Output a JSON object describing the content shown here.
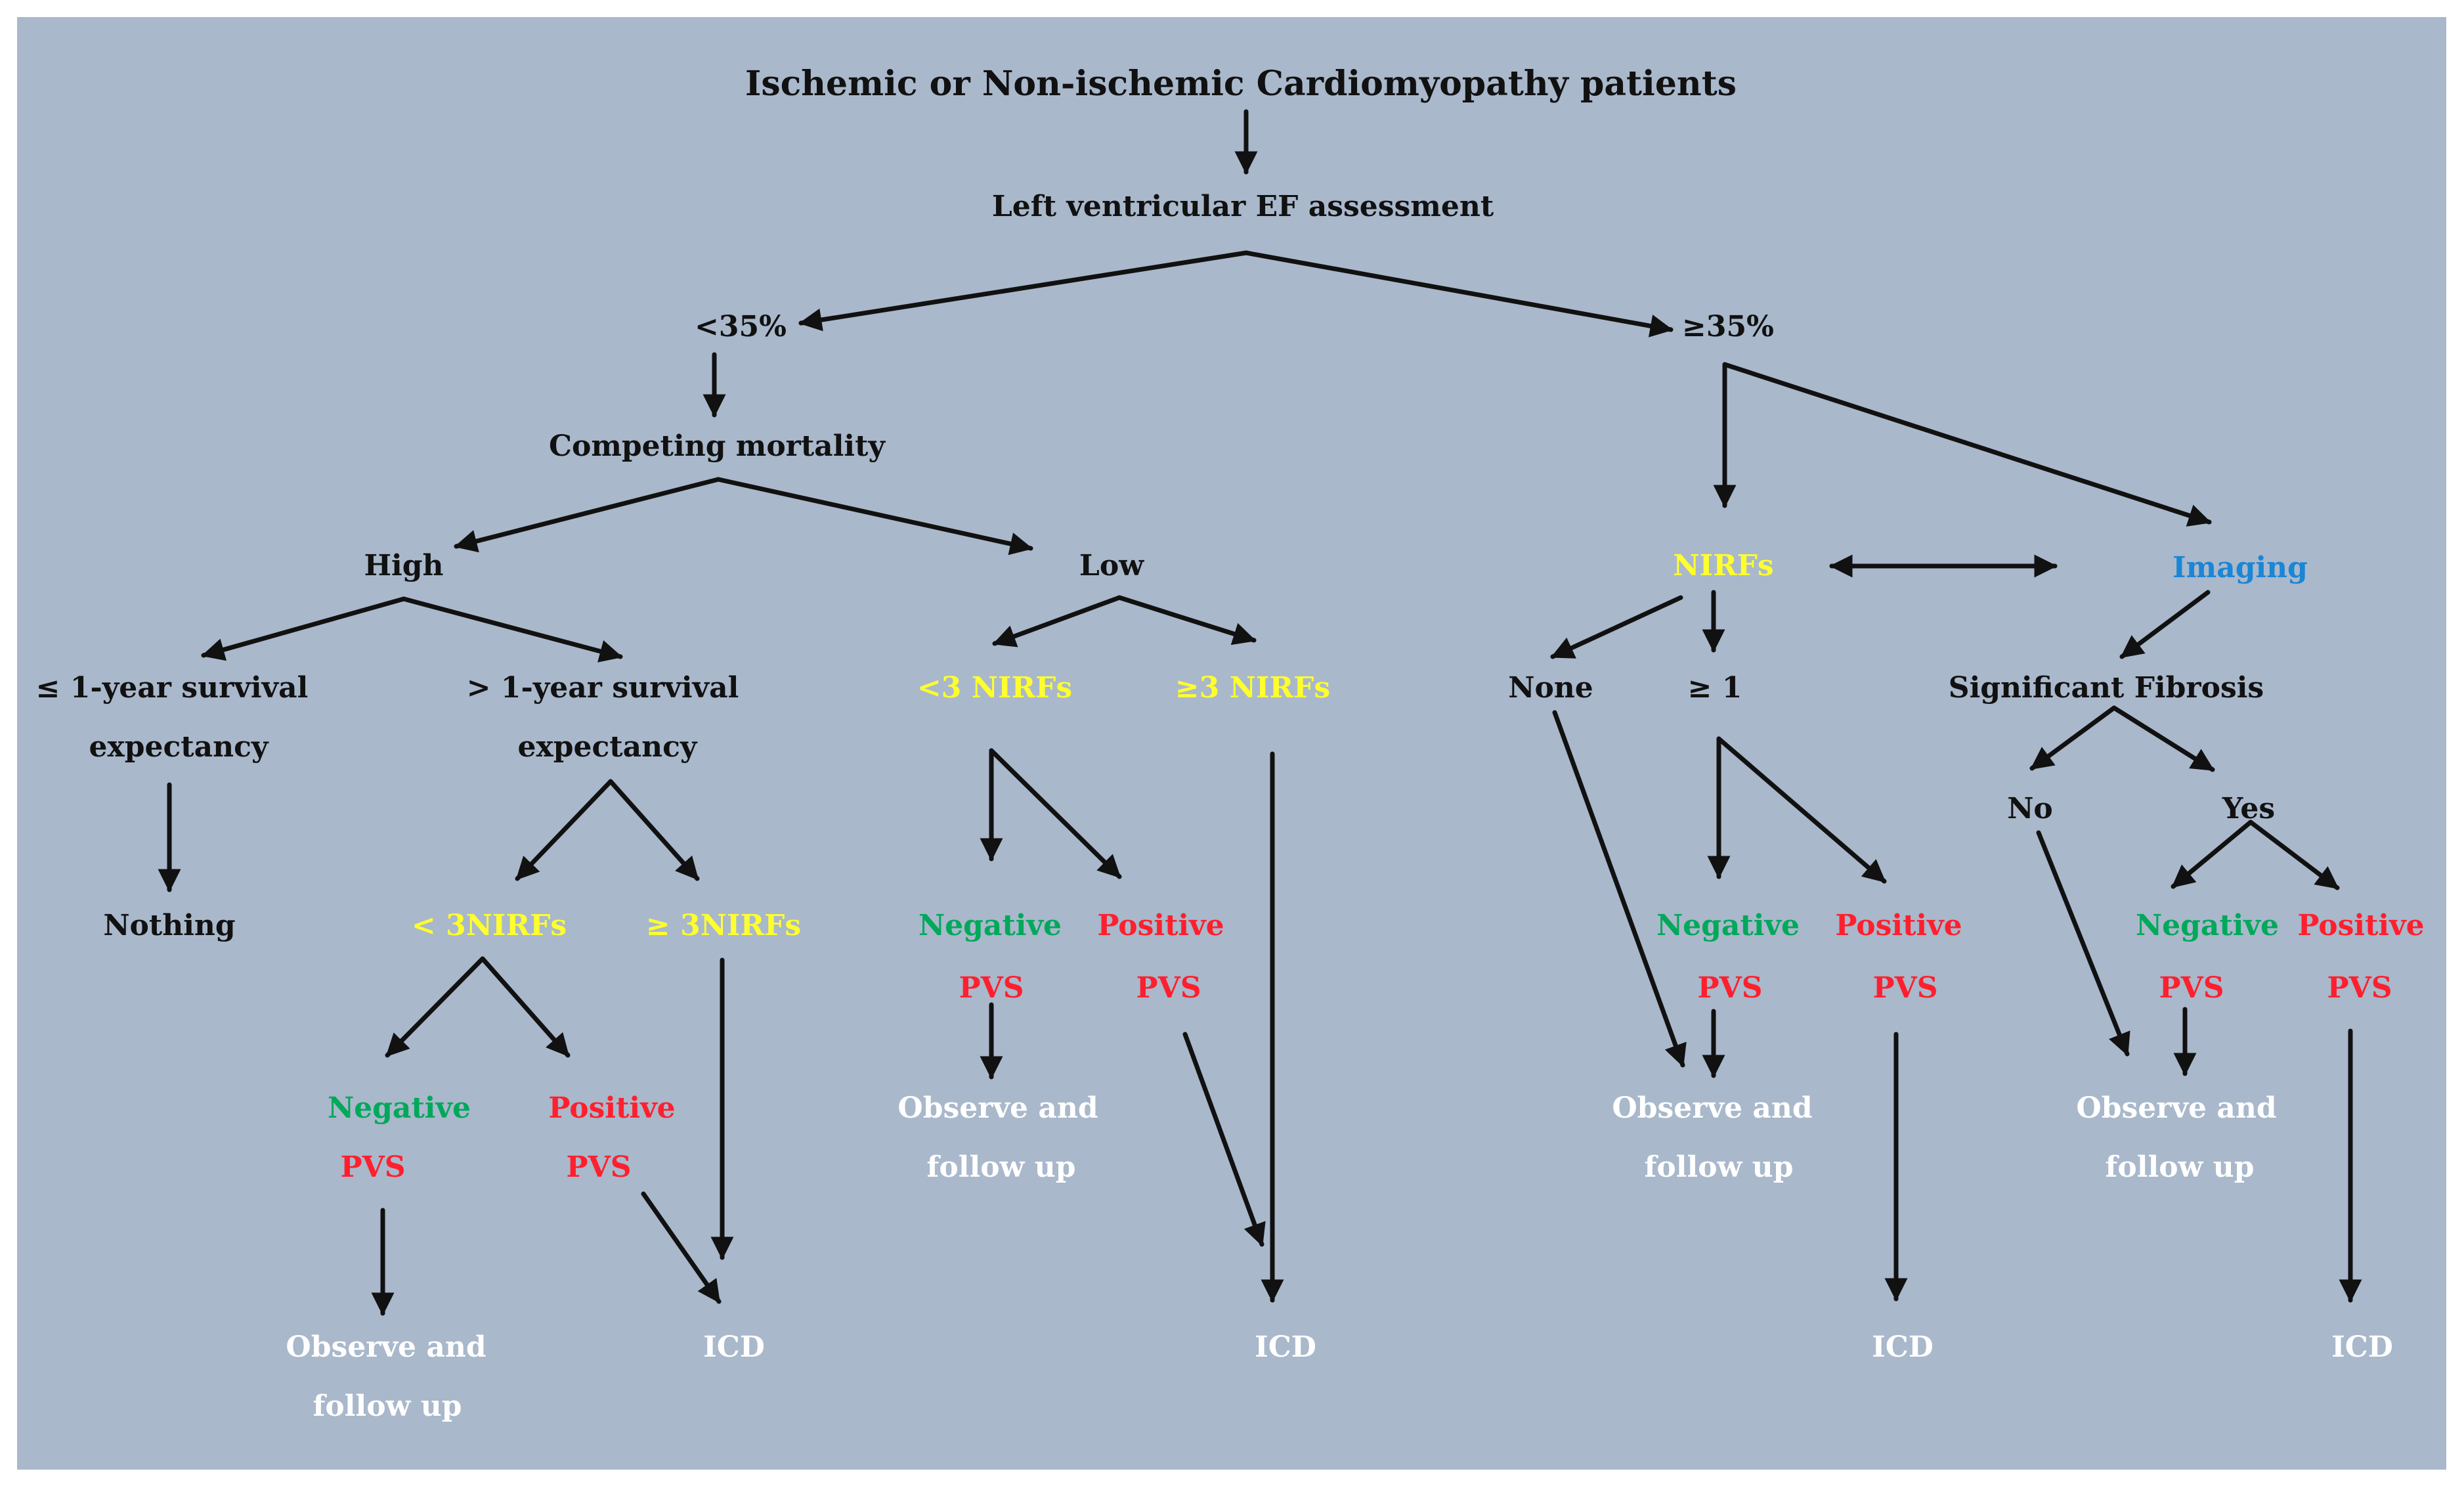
{
  "colors": {
    "panel": "#a9b8cb",
    "dark": "#111111",
    "white": "#ffffff",
    "yellow": "#ffff2e",
    "green": "#00a85a",
    "red": "#ff1f2e",
    "blue": "#1a86d6"
  },
  "nodes": {
    "root": "Ischemic or Non-ischemic Cardiomyopathy patients",
    "ef": "Left ventricular EF assessment",
    "ef_low": "<35%",
    "ef_high": "≥35%",
    "competing": "Competing mortality",
    "high": "High",
    "low": "Low",
    "le1_line1": "≤ 1-year survival",
    "le1_line2": "expectancy",
    "gt1_line1": "> 1-year survival",
    "gt1_line2": "expectancy",
    "nothing": "Nothing",
    "lt3nirfs_a": "< 3NIRFs",
    "ge3nirfs_a": "≥ 3NIRFs",
    "neg_a": "Negative",
    "pvs_neg_a": "PVS",
    "pos_a": "Positive",
    "pvs_pos_a": "PVS",
    "obs_a_1": "Observe and",
    "obs_a_2": "follow up",
    "icd_a": "ICD",
    "lt3nirfs_b": "<3 NIRFs",
    "ge3nirfs_b": "≥3 NIRFs",
    "neg_b": "Negative",
    "pvs_neg_b": "PVS",
    "pos_b": "Positive",
    "pvs_pos_b": "PVS",
    "obs_b_1": "Observe and",
    "obs_b_2": "follow up",
    "icd_b": "ICD",
    "nirfs": "NIRFs",
    "imaging": "Imaging",
    "none": "None",
    "ge1": "≥ 1",
    "neg_c": "Negative",
    "pvs_neg_c": "PVS",
    "pos_c": "Positive",
    "pvs_pos_c": "PVS",
    "obs_c_1": "Observe and",
    "obs_c_2": "follow up",
    "icd_c": "ICD",
    "sigfib": "Significant Fibrosis",
    "no": "No",
    "yes": "Yes",
    "neg_d": "Negative",
    "pvs_neg_d": "PVS",
    "pos_d": "Positive",
    "pvs_pos_d": "PVS",
    "obs_d_1": "Observe and",
    "obs_d_2": "follow up",
    "icd_d": "ICD"
  }
}
